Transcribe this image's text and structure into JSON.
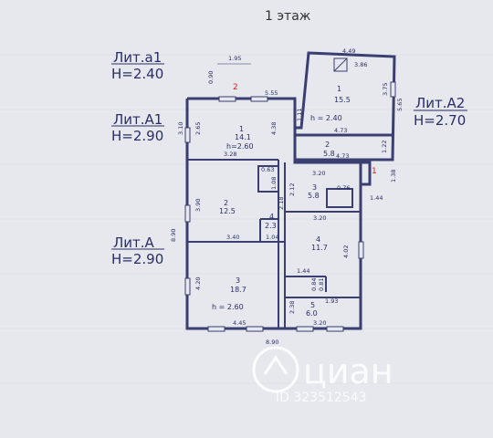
{
  "title": "1 этаж",
  "lit_labels": [
    {
      "name": "Лит.а1",
      "height": "H=2.40"
    },
    {
      "name": "Лит.А1",
      "height": "H=2.90"
    },
    {
      "name": "Лит.А",
      "height": "H=2.90"
    },
    {
      "name": "Лит.А2",
      "height": "H=2.70"
    }
  ],
  "rooms": {
    "a1_1": {
      "num": "1",
      "area": "15.5",
      "h": "h = 2.40"
    },
    "a2_2": {
      "num": "2",
      "area": "5.8"
    },
    "A1_1": {
      "num": "1",
      "area": "14.1",
      "h": "h=2.60"
    },
    "A_2": {
      "num": "2",
      "area": "12.5"
    },
    "A_4s": {
      "num": "4",
      "area": "2.3"
    },
    "A_3": {
      "num": "3",
      "area": "18.7",
      "h": "h = 2.60"
    },
    "r3": {
      "num": "3",
      "area": "5.8"
    },
    "r4": {
      "num": "4",
      "area": "11.7"
    },
    "r5": {
      "num": "5",
      "area": "6.0"
    }
  },
  "red_marks": [
    "2",
    "1"
  ],
  "dimensions": {
    "d195": "1.95",
    "d090": "0.90",
    "d555": "5.55",
    "d449": "4.49",
    "d386": "3.86",
    "d375": "3.75",
    "d565": "5.65",
    "d111": "1.11",
    "d473a": "4.73",
    "d473b": "4.73",
    "d122": "1.22",
    "d138": "1.38",
    "d144": "1.44",
    "d310": "3.10",
    "d265": "2.65",
    "d438": "4.38",
    "d328": "3.28",
    "d063": "0.63",
    "d108": "1.08",
    "d320a": "3.20",
    "d212": "2.12",
    "d218": "2.18",
    "d076": "0.76",
    "d390": "3.90",
    "d320b": "3.20",
    "d340": "3.40",
    "d104": "1.04",
    "d890v": "8.90",
    "d402": "4.02",
    "d420": "4.20",
    "d144b": "1.44",
    "d084": "0.84",
    "d081": "0.81",
    "d193": "1.93",
    "d238": "2.38",
    "d445": "4.45",
    "d320c": "3.20",
    "d890h": "8.90"
  },
  "watermark": {
    "brand": "циан",
    "id": "ID 323512543"
  }
}
